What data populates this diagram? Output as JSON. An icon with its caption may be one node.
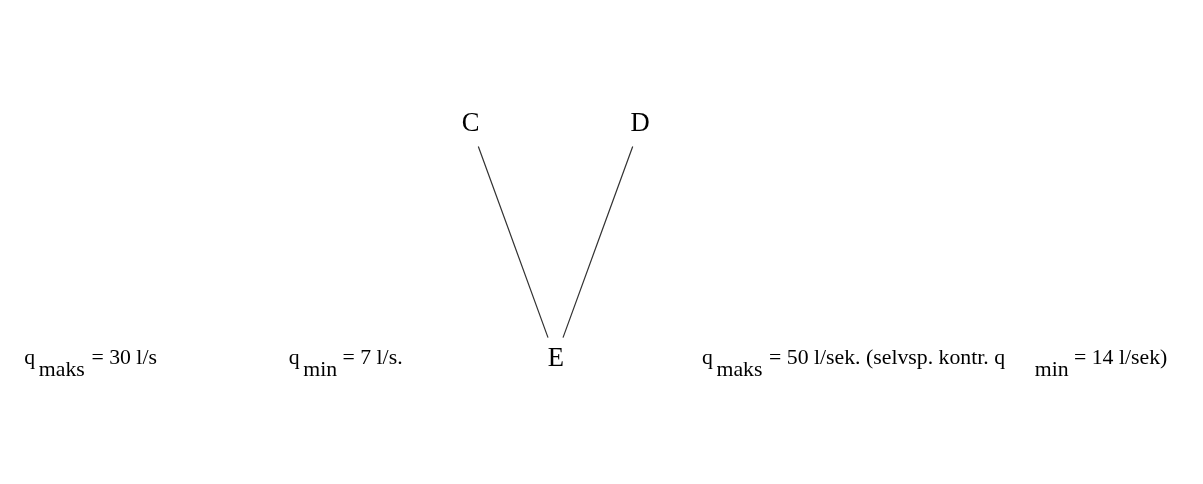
{
  "diagram": {
    "nodes": [
      {
        "text": [
          "C"
        ]
      },
      {
        "text": [
          "D"
        ]
      },
      {
        "text": [
          "E"
        ]
      }
    ],
    "edges": [
      {
        "from": 0,
        "to": 2,
        "arrow": "none"
      },
      {
        "from": 1,
        "to": 2,
        "arrow": "none"
      }
    ],
    "labels": [
      "q$_{maks}$ = 30 l/s",
      "q$_{min}$ = 7 l/s.",
      "q$_{maks}$ = 50 l/sek. (selvsp. kontr. q$_{min}$ = 14 l/sek)"
    ]
  }
}
